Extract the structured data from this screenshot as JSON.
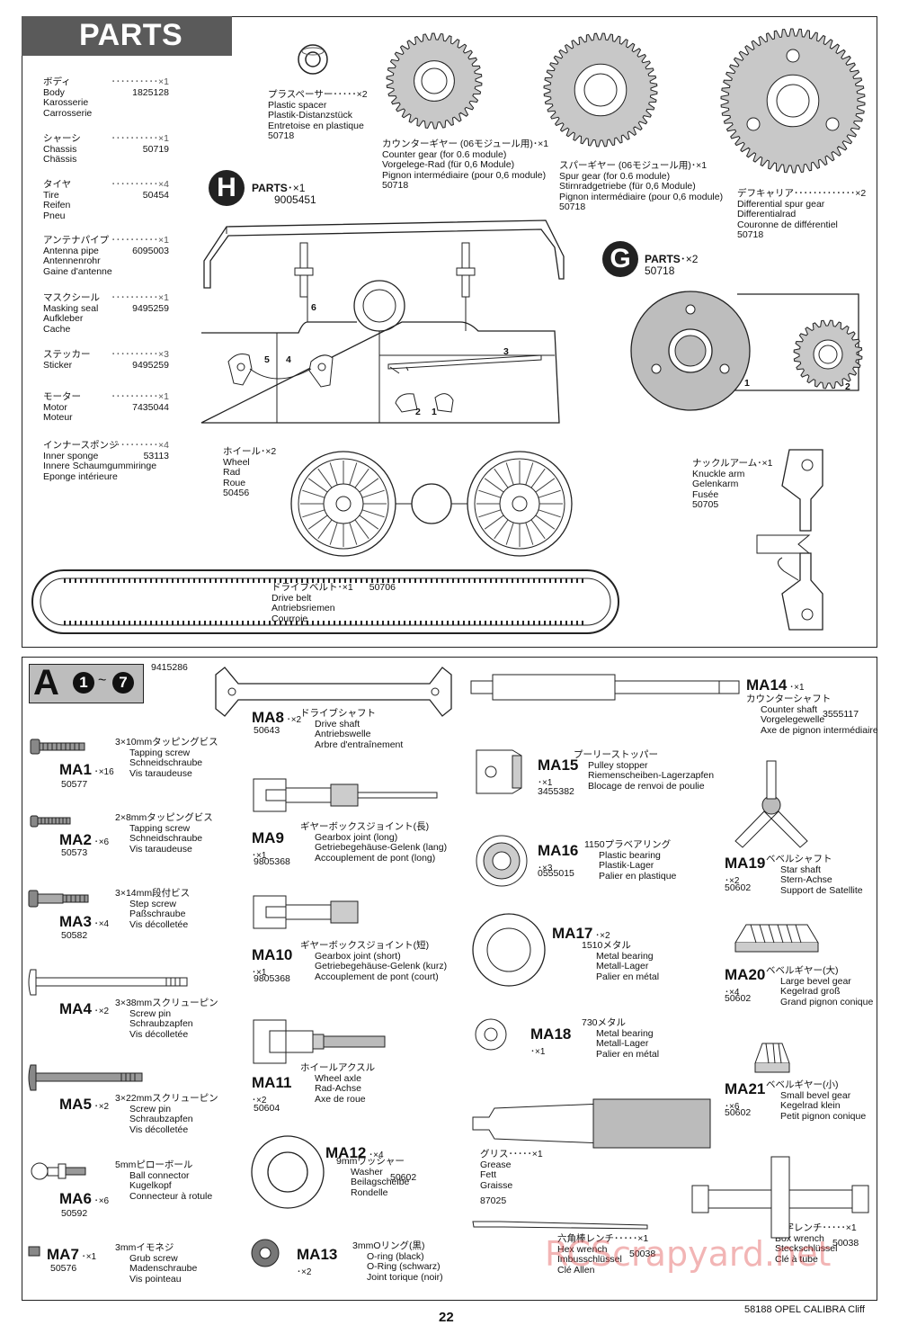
{
  "header": {
    "title": "PARTS"
  },
  "left_parts": [
    {
      "jp": "ボディ",
      "qty": "×1",
      "names": [
        "Body",
        "Karosserie",
        "Carrosserie"
      ],
      "code": "1825128"
    },
    {
      "jp": "シャーシ",
      "qty": "×1",
      "names": [
        "Chassis",
        "Chässis"
      ],
      "code": "50719"
    },
    {
      "jp": "タイヤ",
      "qty": "×4",
      "names": [
        "Tire",
        "Reifen",
        "Pneu"
      ],
      "code": "50454"
    },
    {
      "jp": "アンテナパイプ",
      "qty": "×1",
      "names": [
        "Antenna pipe",
        "Antennenrohr",
        "Gaine d'antenne"
      ],
      "code": "6095003"
    },
    {
      "jp": "マスクシール",
      "qty": "×1",
      "names": [
        "Masking seal",
        "Aufkleber",
        "Cache"
      ],
      "code": "9495259"
    },
    {
      "jp": "ステッカー",
      "qty": "×3",
      "names": [
        "Sticker"
      ],
      "code": "9495259"
    },
    {
      "jp": "モーター",
      "qty": "×1",
      "names": [
        "Motor",
        "Moteur"
      ],
      "code": "7435044"
    },
    {
      "jp": "インナースポンジ",
      "qty": "×4",
      "names": [
        "Inner sponge",
        "Innere Schaumgummiringe",
        "Eponge intérieure"
      ],
      "code": "53113"
    }
  ],
  "top_parts": {
    "spacer": {
      "jp": "プラスペーサー",
      "qty": "×2",
      "names": [
        "Plastic spacer",
        "Plastik-Distanzstück",
        "Entretoise en plastique"
      ],
      "code": "50718"
    },
    "counter_gear": {
      "jp": "カウンターギヤー (06モジュール用)",
      "qty": "×1",
      "names": [
        "Counter gear (for 0.6 module)",
        "Vorgelege-Rad (für 0,6 Module)",
        "Pignon intermédiaire (pour 0,6 module)"
      ],
      "code": "50718"
    },
    "spur_gear": {
      "jp": "スパーギヤー (06モジュール用)",
      "qty": "×1",
      "names": [
        "Spur gear (for 0.6 module)",
        "Stirnradgetriebe (für 0,6 Module)",
        "Pignon intermédiaire (pour 0,6 module)"
      ],
      "code": "50718"
    },
    "diff_carrier": {
      "jp": "デフキャリア",
      "qty": "×2",
      "names": [
        "Differential spur gear",
        "Differentialrad",
        "Couronne de différentiel"
      ],
      "code": "50718"
    },
    "parts_h": {
      "letter": "H",
      "label": "PARTS",
      "qty": "×1",
      "code": "9005451"
    },
    "parts_g": {
      "letter": "G",
      "label": "PARTS",
      "qty": "×2",
      "code": "50718"
    },
    "wheel": {
      "jp": "ホイール",
      "qty": "×2",
      "names": [
        "Wheel",
        "Rad",
        "Roue"
      ],
      "code": "50456"
    },
    "knuckle": {
      "jp": "ナックルアーム",
      "qty": "×1",
      "names": [
        "Knuckle arm",
        "Gelenkarm",
        "Fusée"
      ],
      "code": "50705"
    },
    "belt": {
      "jp": "ドライブベルト",
      "qty": "×1",
      "names": [
        "Drive belt",
        "Antriebsriemen",
        "Courroie"
      ],
      "code": "50706"
    },
    "tree_numbers": [
      "6",
      "5",
      "4",
      "3",
      "2",
      "1"
    ],
    "g_numbers": [
      "1",
      "2"
    ]
  },
  "bag": {
    "letter": "A",
    "steps": [
      "1",
      "~",
      "7"
    ],
    "code": "9415286"
  },
  "col1": [
    {
      "id": "MA1",
      "qty": "×16",
      "jp": "3×10mmタッピングビス",
      "names": [
        "Tapping screw",
        "Schneidschraube",
        "Vis taraudeuse"
      ],
      "code": "50577"
    },
    {
      "id": "MA2",
      "qty": "×6",
      "jp": "2×8mmタッピングビス",
      "names": [
        "Tapping screw",
        "Schneidschraube",
        "Vis taraudeuse"
      ],
      "code": "50573"
    },
    {
      "id": "MA3",
      "qty": "×4",
      "jp": "3×14mm段付ビス",
      "names": [
        "Step screw",
        "Paßschraube",
        "Vis décolletée"
      ],
      "code": "50582"
    },
    {
      "id": "MA4",
      "qty": "×2",
      "jp": "3×38mmスクリューピン",
      "names": [
        "Screw pin",
        "Schraubzapfen",
        "Vis décolletée"
      ],
      "code": ""
    },
    {
      "id": "MA5",
      "qty": "×2",
      "jp": "3×22mmスクリューピン",
      "names": [
        "Screw pin",
        "Schraubzapfen",
        "Vis décolletée"
      ],
      "code": ""
    },
    {
      "id": "MA6",
      "qty": "×6",
      "jp": "5mmピローボール",
      "names": [
        "Ball connector",
        "Kugelkopf",
        "Connecteur à rotule"
      ],
      "code": "50592"
    },
    {
      "id": "MA7",
      "qty": "×1",
      "jp": "3mmイモネジ",
      "names": [
        "Grub screw",
        "Madenschraube",
        "Vis pointeau"
      ],
      "code": "50576"
    }
  ],
  "col2": [
    {
      "id": "MA8",
      "qty": "×2",
      "jp": "ドライブシャフト",
      "names": [
        "Drive shaft",
        "Antriebswelle",
        "Arbre d'entraînement"
      ],
      "code": "50643"
    },
    {
      "id": "MA9",
      "qty": "×1",
      "jp": "ギヤーボックスジョイント(長)",
      "names": [
        "Gearbox joint (long)",
        "Getriebegehäuse-Gelenk (lang)",
        "Accouplement de pont (long)"
      ],
      "code": "9805368"
    },
    {
      "id": "MA10",
      "qty": "×1",
      "jp": "ギヤーボックスジョイント(短)",
      "names": [
        "Gearbox joint (short)",
        "Getriebegehäuse-Gelenk (kurz)",
        "Accouplement de pont (court)"
      ],
      "code": "9805368"
    },
    {
      "id": "MA11",
      "qty": "×2",
      "jp": "ホイールアクスル",
      "names": [
        "Wheel axle",
        "Rad-Achse",
        "Axe de roue"
      ],
      "code": "50604"
    },
    {
      "id": "MA12",
      "qty": "×4",
      "jp": "9mmワッシャー",
      "names": [
        "Washer",
        "Beilagscheibe",
        "Rondelle"
      ],
      "code": "50602"
    },
    {
      "id": "MA13",
      "qty": "×2",
      "jp": "3mmOリング(黒)",
      "names": [
        "O-ring (black)",
        "O-Ring (schwarz)",
        "Joint torique (noir)"
      ],
      "code": ""
    }
  ],
  "col3": [
    {
      "id": "MA15",
      "qty": "×1",
      "jp": "プーリーストッパー",
      "names": [
        "Pulley stopper",
        "Riemenscheiben-Lagerzapfen",
        "Blocage de renvoi de poulie"
      ],
      "code": "3455382"
    },
    {
      "id": "MA16",
      "qty": "×3",
      "jp": "1150プラベアリング",
      "names": [
        "Plastic bearing",
        "Plastik-Lager",
        "Palier en plastique"
      ],
      "code": "0555015"
    },
    {
      "id": "MA17",
      "qty": "×2",
      "jp": "1510メタル",
      "names": [
        "Metal bearing",
        "Metall-Lager",
        "Palier en métal"
      ],
      "code": ""
    },
    {
      "id": "MA18",
      "qty": "×1",
      "jp": "730メタル",
      "names": [
        "Metal bearing",
        "Metall-Lager",
        "Palier en métal"
      ],
      "code": ""
    },
    {
      "id": "grease",
      "qty": "×1",
      "jp": "グリス",
      "names": [
        "Grease",
        "Fett",
        "Graisse"
      ],
      "code": "87025"
    },
    {
      "id": "hex",
      "qty": "×1",
      "jp": "六角棒レンチ",
      "names": [
        "Hex wrench",
        "Imbusschlüssel",
        "Clé Allen"
      ],
      "code": "50038"
    }
  ],
  "col4": [
    {
      "id": "MA14",
      "qty": "×1",
      "jp": "カウンターシャフト",
      "names": [
        "Counter shaft",
        "Vorgelegewelle",
        "Axe de pignon intermédiaire"
      ],
      "code": "3555117"
    },
    {
      "id": "MA19",
      "qty": "×2",
      "jp": "ベベルシャフト",
      "names": [
        "Star shaft",
        "Stern-Achse",
        "Support de Satellite"
      ],
      "code": "50602"
    },
    {
      "id": "MA20",
      "qty": "×4",
      "jp": "ベベルギヤー(大)",
      "names": [
        "Large bevel gear",
        "Kegelrad groß",
        "Grand pignon conique"
      ],
      "code": "50602"
    },
    {
      "id": "MA21",
      "qty": "×6",
      "jp": "ベベルギヤー(小)",
      "names": [
        "Small bevel gear",
        "Kegelrad klein",
        "Petit pignon conique"
      ],
      "code": "50602"
    },
    {
      "id": "cross",
      "qty": "×1",
      "jp": "十字レンチ",
      "names": [
        "Box wrench",
        "Steckschlüssel",
        "Clé à tube"
      ],
      "code": "50038"
    }
  ],
  "footer": {
    "page": "22",
    "model": "58188 OPEL CALIBRA Cliff",
    "watermark": "RCScrapyard.net"
  }
}
